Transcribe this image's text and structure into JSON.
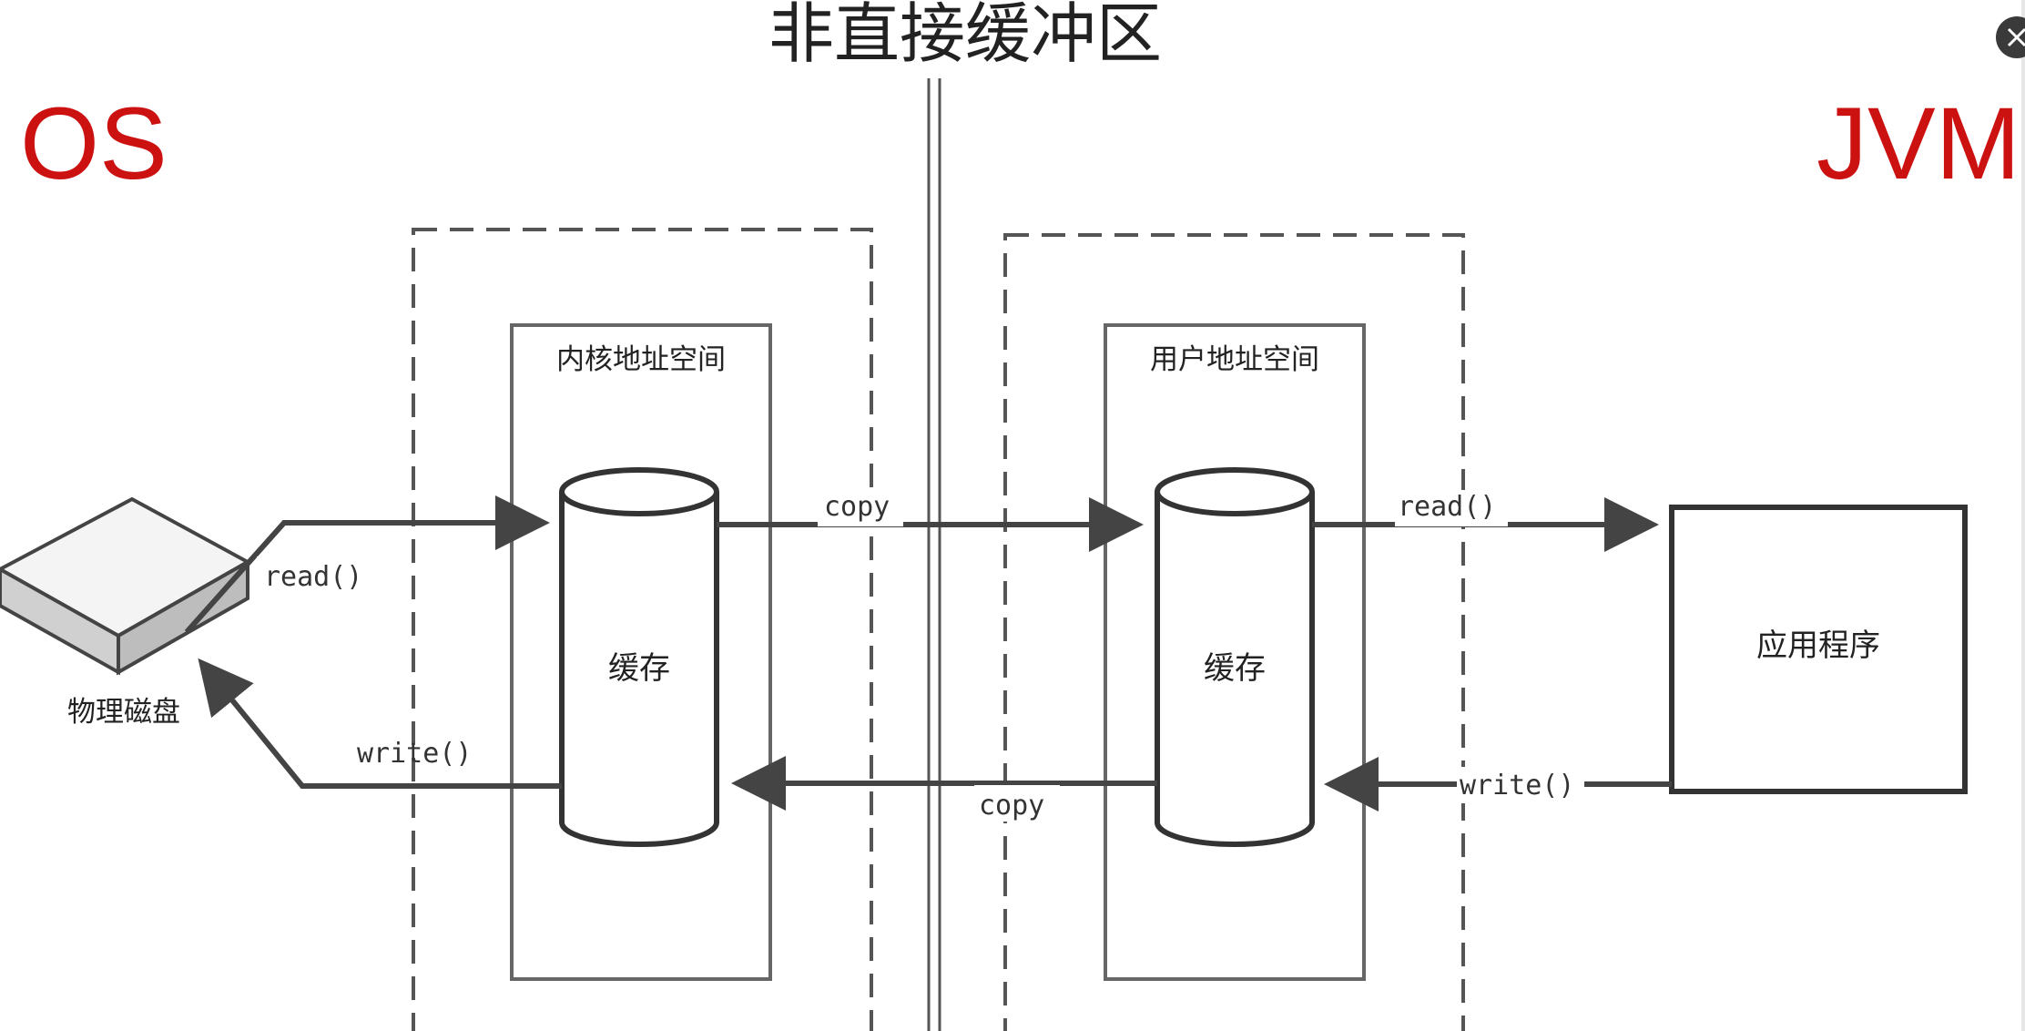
{
  "title": "非直接缓冲区",
  "left_side_label": "OS",
  "right_side_label": "JVM",
  "disk": {
    "label": "物理磁盘"
  },
  "kernel_space": {
    "label": "内核地址空间",
    "cache_label": "缓存"
  },
  "user_space": {
    "label": "用户地址空间",
    "cache_label": "缓存"
  },
  "application": {
    "label": "应用程序"
  },
  "arrows": {
    "disk_read": "read()",
    "disk_write": "write()",
    "copy_top": "copy",
    "copy_bottom": "copy",
    "app_read": "read()",
    "app_write": "write()"
  },
  "colors": {
    "os_jvm_label": "#cc1111",
    "lines": "#444444"
  },
  "icons": {
    "close": "close-icon",
    "disk": "hard-disk-icon"
  }
}
